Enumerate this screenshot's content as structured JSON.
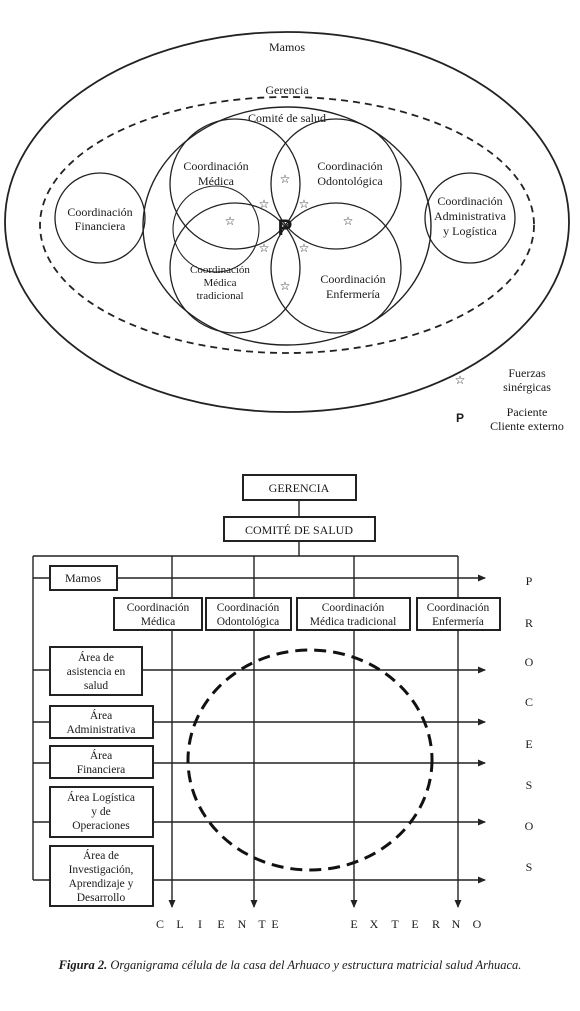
{
  "venn": {
    "outer_label": "Mamos",
    "dashed_label": "Gerencia",
    "inner_label": "Comité de salud",
    "left_circle": [
      "Coordinación",
      "Financiera"
    ],
    "right_circle": [
      "Coordinación",
      "Administrativa",
      "y Logística"
    ],
    "coord_medica": [
      "Coordinación",
      "Médica"
    ],
    "coord_odonto": [
      "Coordinación",
      "Odontológica"
    ],
    "coord_tradicional": [
      "Coordinación",
      "Médica",
      "tradicional"
    ],
    "coord_enfermeria": [
      "Coordinación",
      "Enfermería"
    ],
    "center_letter": "P",
    "star_glyph": "☆"
  },
  "legend": {
    "star_label": [
      "Fuerzas",
      "sinérgicas"
    ],
    "p_letter": "P",
    "p_label": [
      "Paciente",
      "Cliente externo"
    ]
  },
  "matrix": {
    "gerencia": "GERENCIA",
    "comite": "COMITÉ DE SALUD",
    "mamos": "Mamos",
    "coordinations": [
      [
        "Coordinación",
        "Médica"
      ],
      [
        "Coordinación",
        "Odontológica"
      ],
      [
        "Coordinación",
        "Médica tradicional"
      ],
      [
        "Coordinación",
        "Enfermería"
      ]
    ],
    "areas": [
      [
        "Área de",
        "asistencia en",
        "salud"
      ],
      [
        "Área",
        "Administrativa"
      ],
      [
        "Área",
        "Financiera"
      ],
      [
        "Área Logística",
        "y de",
        "Operaciones"
      ],
      [
        "Área de",
        "Investigación,",
        "Aprendizaje y",
        "Desarrollo"
      ]
    ],
    "procesos_letters": [
      "P",
      "R",
      "O",
      "C",
      "E",
      "S",
      "O",
      "S"
    ],
    "cliente_letters": [
      "C",
      "L",
      "I",
      "E",
      "N",
      "T",
      "E"
    ],
    "externo_letters": [
      "E",
      "X",
      "T",
      "E",
      "R",
      "N",
      "O"
    ]
  },
  "caption": {
    "bold": "Figura 2.",
    "text": " Organigrama célula de la casa del Arhuaco y estructura matricial salud Arhuaca."
  }
}
